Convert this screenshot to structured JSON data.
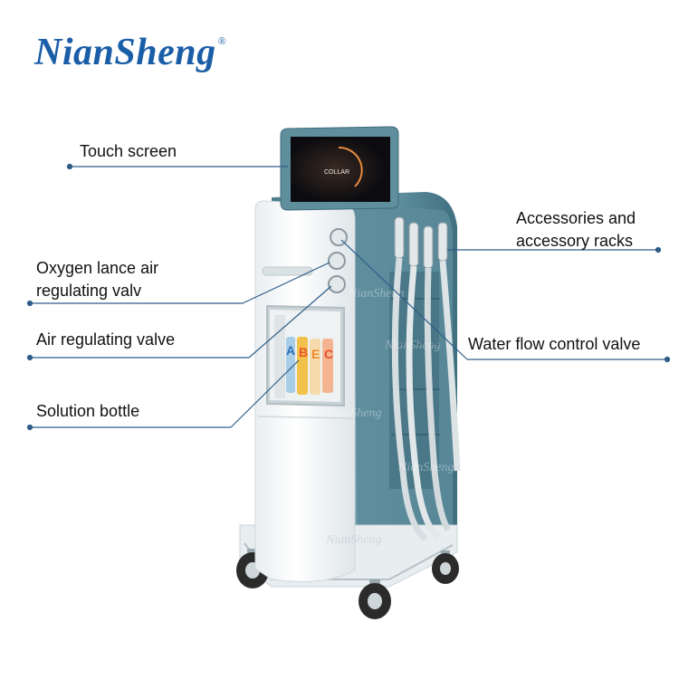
{
  "brand": {
    "name": "NianSheng",
    "mark": "®",
    "color": "#1b5ea8"
  },
  "watermark": "NianSheng",
  "screen": {
    "text": "COLLAR"
  },
  "bottles": [
    "A",
    "B",
    "E",
    "C"
  ],
  "callouts": [
    {
      "id": "touch-screen",
      "text": "Touch screen"
    },
    {
      "id": "accessories",
      "line1": "Accessories and",
      "line2": "accessory racks"
    },
    {
      "id": "oxygen-valve",
      "line1": "Oxygen lance air",
      "line2": "regulating valv"
    },
    {
      "id": "air-valve",
      "text": "Air regulating valve"
    },
    {
      "id": "water-valve",
      "text": "Water flow control valve"
    },
    {
      "id": "solution-bottle",
      "text": "Solution bottle"
    }
  ],
  "colors": {
    "leader": "#2f5d8a",
    "body": "#4f7f8f",
    "panel": "#f4f6f7"
  }
}
